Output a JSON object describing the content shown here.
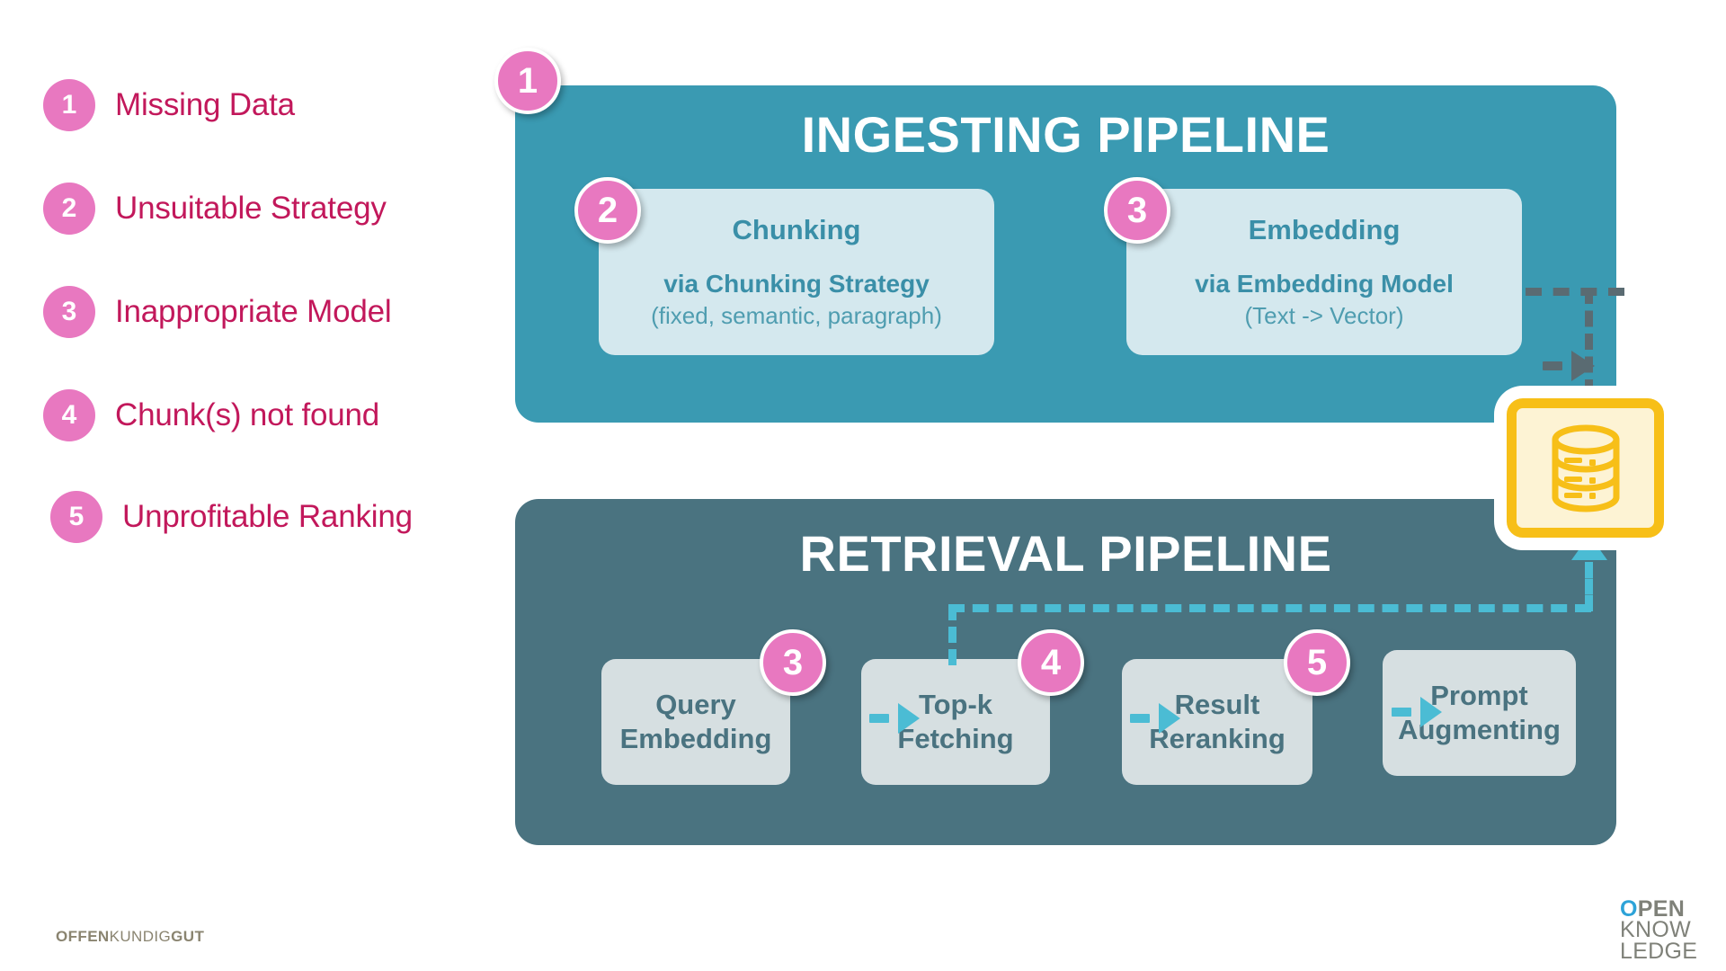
{
  "issues": {
    "items": [
      {
        "number": "1",
        "label": "Missing Data"
      },
      {
        "number": "2",
        "label": "Unsuitable Strategy"
      },
      {
        "number": "3",
        "label": "Inappropriate Model"
      },
      {
        "number": "4",
        "label": "Chunk(s) not found"
      },
      {
        "number": "5",
        "label": "Unprofitable Ranking"
      }
    ]
  },
  "ingest": {
    "title": "INGESTING PIPELINE",
    "cards": [
      {
        "title": "Chunking",
        "sub1": "via Chunking Strategy",
        "sub2": "(fixed, semantic, paragraph)"
      },
      {
        "title": "Embedding",
        "sub1": "via Embedding Model",
        "sub2": "(Text -> Vector)"
      }
    ]
  },
  "retrieval": {
    "title": "RETRIEVAL PIPELINE",
    "cards": [
      {
        "line1": "Query",
        "line2": "Embedding"
      },
      {
        "line1": "Top-k",
        "line2": "Fetching"
      },
      {
        "line1": "Result",
        "line2": "Reranking"
      },
      {
        "line1": "Prompt",
        "line2": "Augmenting"
      }
    ]
  },
  "callouts": {
    "ingest_panel": "1",
    "chunking": "2",
    "embedding": "3",
    "query_embedding": "3",
    "topk_fetching": "4",
    "result_reranking": "5"
  },
  "vector_store": {
    "icon": "database-icon"
  },
  "footer": {
    "left_logo": {
      "part1": "OFFEN",
      "part2": "KUNDIG",
      "part3": "GUT"
    },
    "right_logo": {
      "line1_o": "O",
      "line1_rest": "PEN",
      "line2": "KNOW",
      "line3": "LEDGE"
    }
  },
  "colors": {
    "accent_pink": "#e878c0",
    "issue_text": "#c2185b",
    "ingest_panel": "#3a9ab2",
    "retrieval_panel": "#4a7380",
    "ingest_card": "#d4e8ee",
    "retrieval_card": "#d6dfe1",
    "cyan_arrow": "#4bbcd4",
    "gray_arrow": "#5a6b72",
    "db_gold": "#f7bf18"
  }
}
